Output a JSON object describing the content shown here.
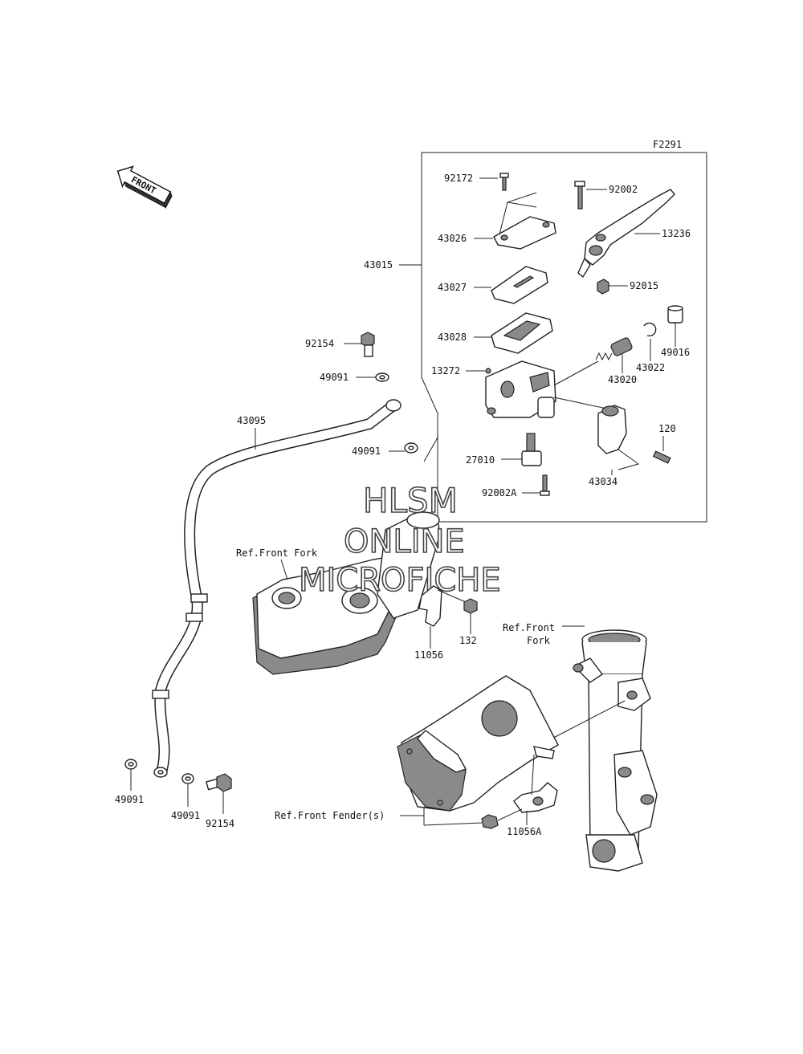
{
  "diagram": {
    "figure_code": "F2291",
    "direction_label": "FRONT",
    "watermark": {
      "line1": "HLSM",
      "line2": "ONLINE",
      "line3": "MICROFICHE"
    },
    "parts": {
      "p92172": "92172",
      "p43026": "43026",
      "p43015": "43015",
      "p43027": "43027",
      "p43028": "43028",
      "p13272": "13272",
      "p92002": "92002",
      "p13236": "13236",
      "p92015": "92015",
      "p49016": "49016",
      "p43022": "43022",
      "p43020": "43020",
      "p120": "120",
      "p27010": "27010",
      "p43034": "43034",
      "p92002A": "92002A",
      "p92154_top": "92154",
      "p49091_a": "49091",
      "p49091_b": "49091",
      "p43095": "43095",
      "p11056": "11056",
      "p132": "132",
      "p49091_c": "49091",
      "p49091_d": "49091",
      "p92154_bottom": "92154",
      "p11056A": "11056A"
    },
    "refs": {
      "front_fork_top": "Ref.Front Fork",
      "front_fork_right_1": "Ref.Front",
      "front_fork_right_2": "Fork",
      "front_fender": "Ref.Front Fender(s)"
    }
  }
}
